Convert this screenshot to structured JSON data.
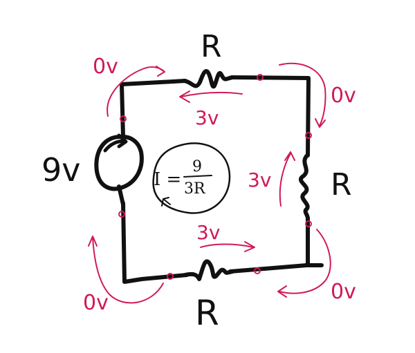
{
  "circuit": {
    "source_label": "9v",
    "top_resistor_label": "R",
    "right_resistor_label": "R",
    "bottom_resistor_label": "R",
    "current_formula": {
      "lhs": "I =",
      "numerator": "9",
      "denominator": "3R"
    }
  },
  "annotations": {
    "top_left_drop": "0v",
    "top_right_drop": "0v",
    "bottom_left_drop": "0v",
    "bottom_right_drop": "0v",
    "top_resistor_drop": "3v",
    "right_resistor_drop": "3v",
    "bottom_resistor_drop": "3v"
  },
  "colors": {
    "circuit_ink": "#111111",
    "annotation_ink": "#d0195a"
  }
}
